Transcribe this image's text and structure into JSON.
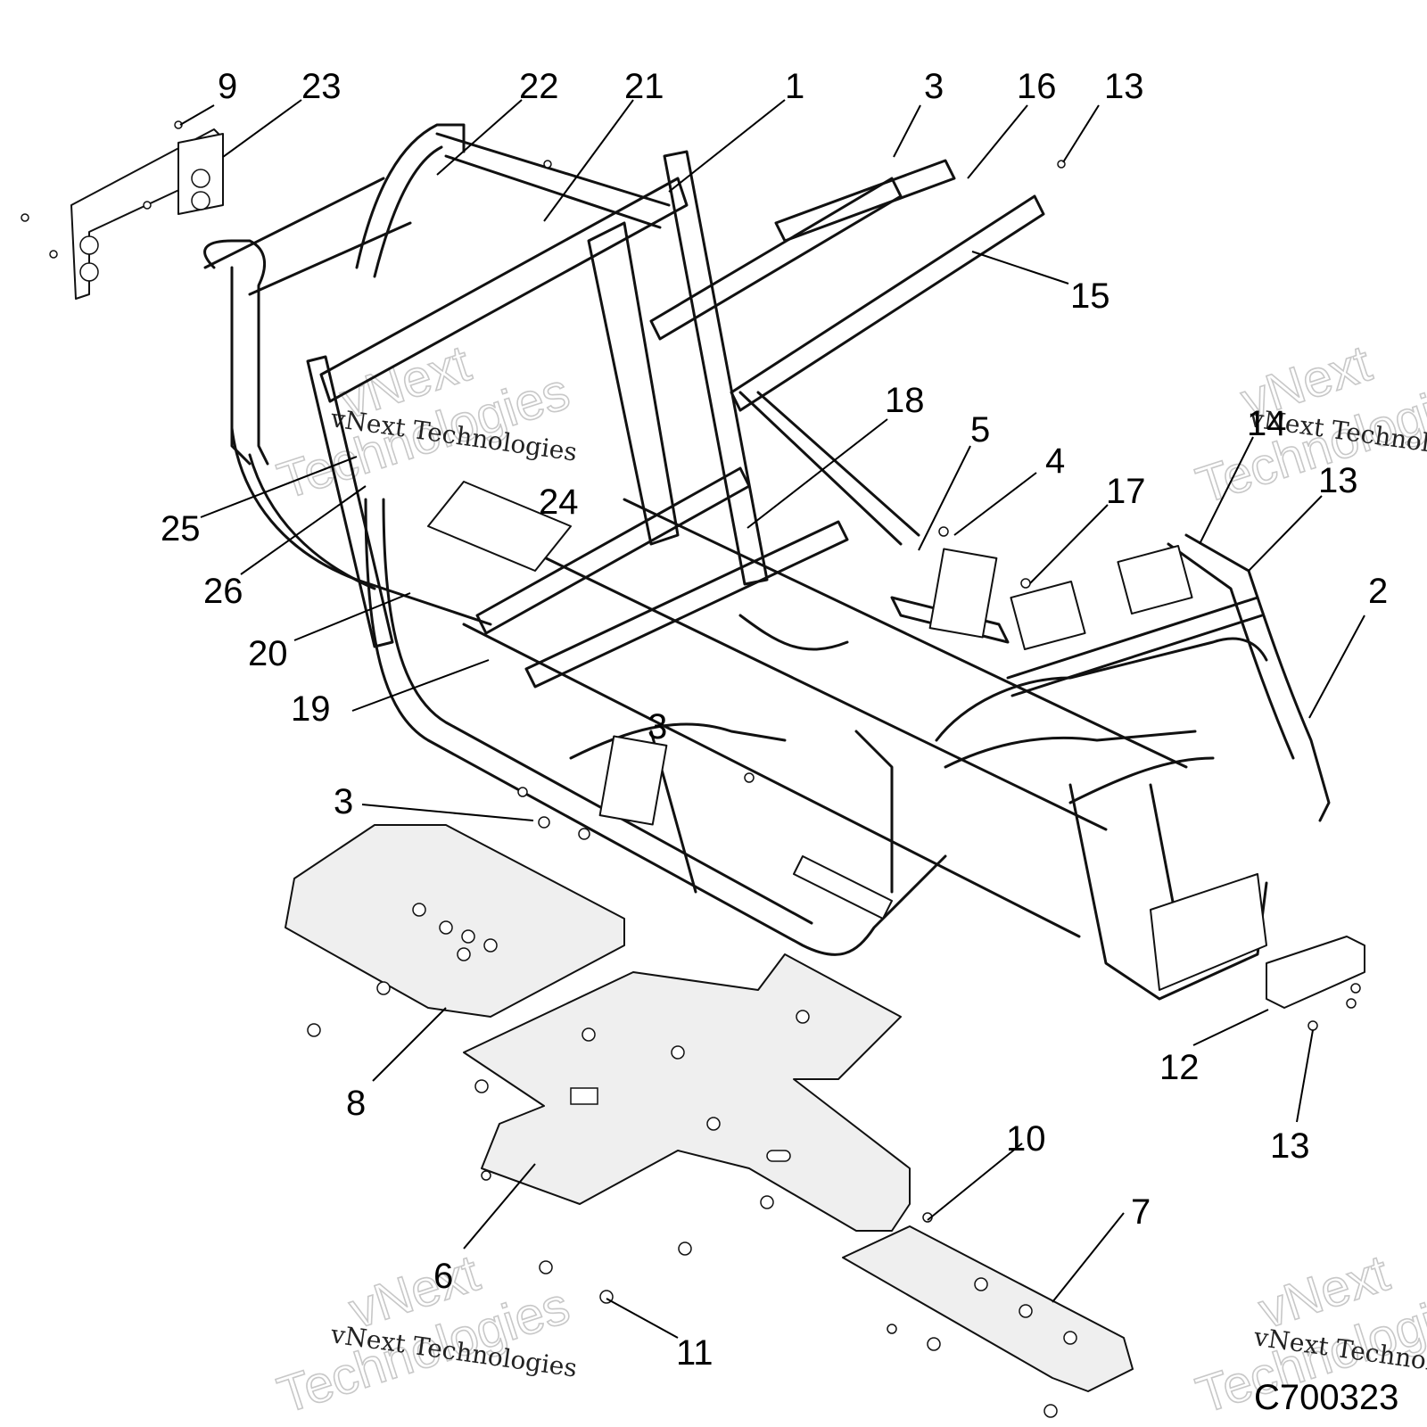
{
  "callouts": {
    "c1": "1",
    "c2": "2",
    "c3a": "3",
    "c3b": "3",
    "c3c": "3",
    "c4": "4",
    "c5": "5",
    "c6": "6",
    "c7": "7",
    "c8": "8",
    "c9": "9",
    "c10": "10",
    "c11": "11",
    "c12": "12",
    "c13a": "13",
    "c13b": "13",
    "c13c": "13",
    "c14": "14",
    "c15": "15",
    "c16": "16",
    "c17": "17",
    "c18": "18",
    "c19": "19",
    "c20": "20",
    "c21": "21",
    "c22": "22",
    "c23": "23",
    "c24": "24",
    "c25": "25",
    "c26": "26"
  },
  "watermark": {
    "script_text": "vNext Technologies",
    "big_line1": "vNext",
    "big_line2": "Technologies"
  },
  "drawing_code": "C700323"
}
